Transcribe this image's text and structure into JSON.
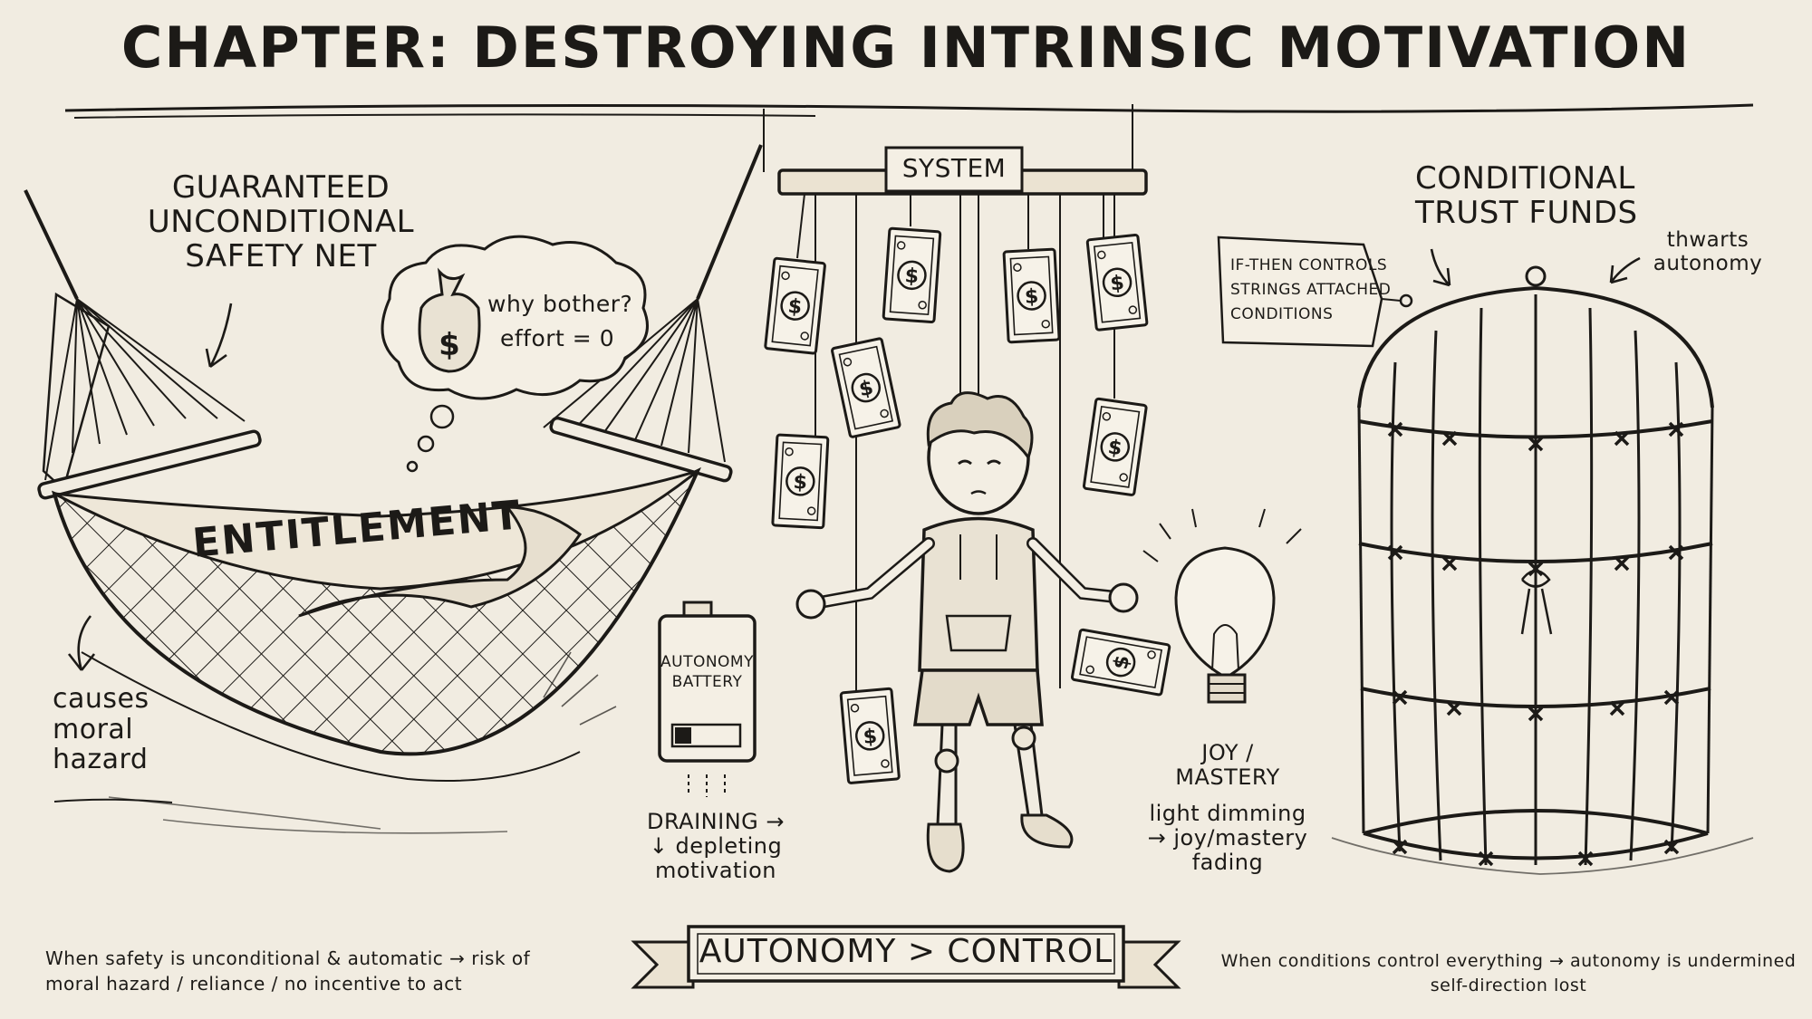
{
  "title": "CHAPTER: DESTROYING INTRINSIC MOTIVATION",
  "left_panel": {
    "heading_lines": [
      "GUARANTEED",
      "UNCONDITIONAL",
      "SAFETY NET"
    ],
    "hammock_label": "ENTITLEMENT",
    "thought": {
      "line1": "why bother?",
      "line2": "effort = 0"
    },
    "moral_hazard_lines": [
      "causes",
      "moral",
      "hazard"
    ]
  },
  "center_panel": {
    "system_label": "SYSTEM",
    "battery_label_lines": [
      "AUTONOMY",
      "BATTERY"
    ],
    "draining_lines": [
      "DRAINING →",
      "↓ depleting",
      "motivation"
    ],
    "bulb_label_lines": [
      "JOY /",
      "MASTERY"
    ],
    "bulb_note_lines": [
      "light dimming",
      "→ joy/mastery",
      "fading"
    ]
  },
  "right_panel": {
    "heading_lines": [
      "CONDITIONAL",
      "TRUST FUNDS"
    ],
    "tag_lines": [
      "IF-THEN CONTROLS",
      "STRINGS ATTACHED",
      "CONDITIONS"
    ],
    "side_note_lines": [
      "thwarts",
      "autonomy"
    ]
  },
  "footer": {
    "left_lines": [
      "When safety is unconditional & automatic → risk of",
      "moral hazard / reliance / no incentive to act"
    ],
    "banner": "AUTONOMY > CONTROL",
    "right_lines": [
      "When conditions control everything → autonomy is undermined",
      "self-direction lost"
    ]
  },
  "colors": {
    "paper": "#f1ece1",
    "ink": "#1c1a17"
  },
  "icons": [
    "money-bag-icon",
    "dollar-bill-icon",
    "light-bulb-icon",
    "battery-icon",
    "cage-icon",
    "hammock-icon",
    "puppet-child-icon"
  ]
}
